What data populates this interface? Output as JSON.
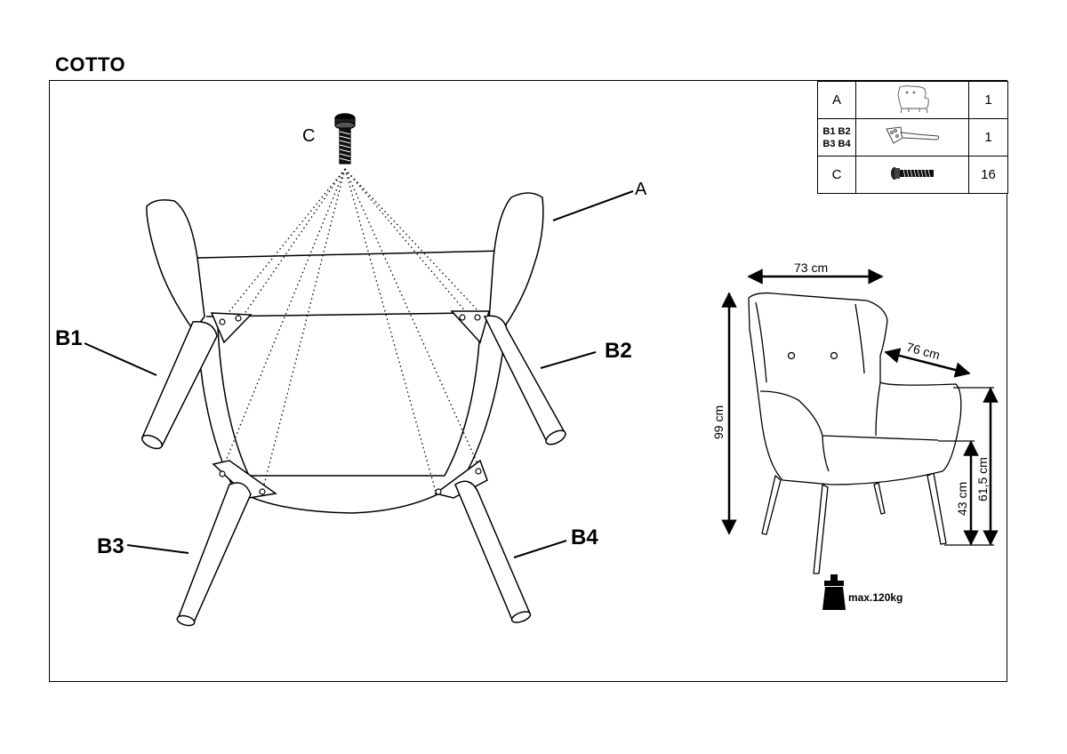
{
  "title": "COTTO",
  "parts_table": [
    {
      "code": "A",
      "qty": "1",
      "icon": "armchair-icon"
    },
    {
      "code_lines": [
        "B1 B2",
        "B3 B4"
      ],
      "qty": "1",
      "icon": "leg-bracket-icon"
    },
    {
      "code": "C",
      "qty": "16",
      "icon": "bolt-icon"
    }
  ],
  "labels": {
    "a": "A",
    "b1": "B1",
    "b2": "B2",
    "b3": "B3",
    "b4": "B4",
    "c": "C"
  },
  "dimensions": {
    "width": "73 cm",
    "depth": "76 cm",
    "height": "99 cm",
    "arm_height": "61,5 cm",
    "seat_height": "43 cm"
  },
  "max_load": "max.120kg"
}
